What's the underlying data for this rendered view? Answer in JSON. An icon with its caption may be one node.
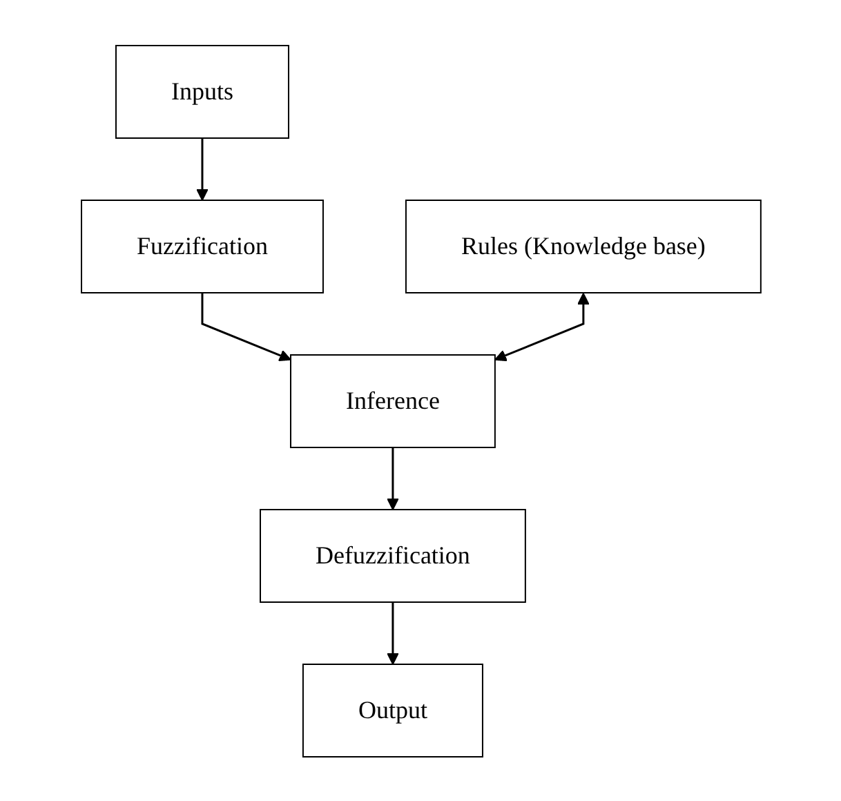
{
  "diagram": {
    "nodes": [
      {
        "text": [
          "Inputs"
        ]
      },
      {
        "text": [
          "Fuzzification"
        ]
      },
      {
        "text": [
          "Rules (Knowledge base)"
        ]
      },
      {
        "text": [
          "Inference"
        ]
      },
      {
        "text": [
          "Defuzzification"
        ]
      },
      {
        "text": [
          "Output"
        ]
      }
    ],
    "edges": [
      {
        "from": 0,
        "to": 1,
        "arrow": "to"
      },
      {
        "from": 1,
        "to": 3,
        "arrow": "to"
      },
      {
        "from": 2,
        "to": 3,
        "arrow": "both"
      },
      {
        "from": 3,
        "to": 4,
        "arrow": "to"
      },
      {
        "from": 4,
        "to": 5,
        "arrow": "to"
      }
    ]
  }
}
